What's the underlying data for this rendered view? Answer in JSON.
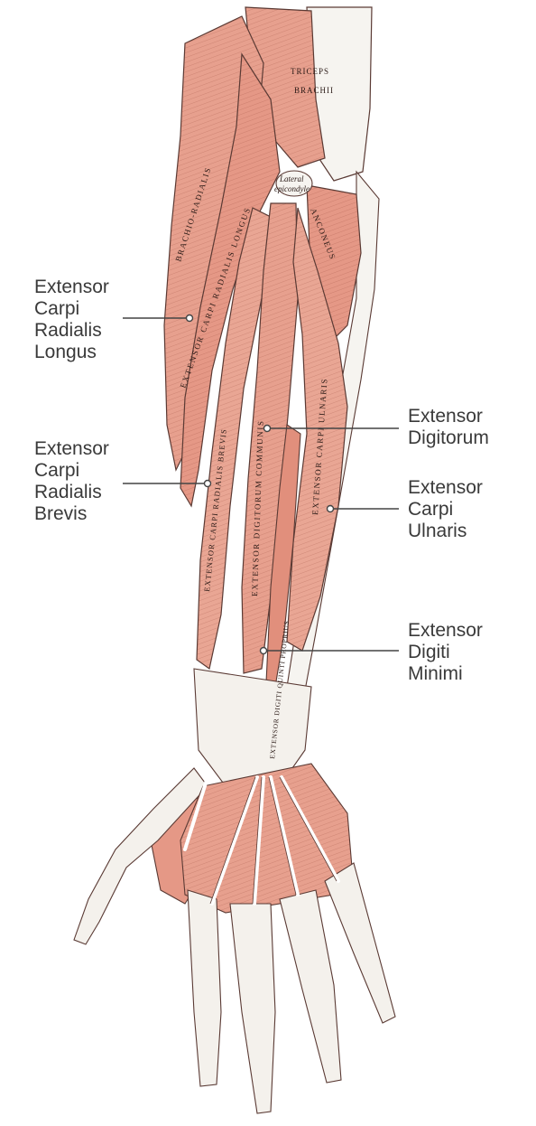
{
  "figure": {
    "muscle_color": "#e7a08e",
    "muscle_dark": "#c96a58",
    "tendon_color": "#f4f1ec",
    "outline_color": "#5a3a34",
    "leader_line_color": "#444444"
  },
  "engraved_labels": {
    "triceps": [
      "TRICEPS",
      "BRACHII"
    ],
    "lateral_epicondyle": [
      "Lateral",
      "epicondyle"
    ],
    "brachioradialis": "BRACHIO-RADIALIS",
    "ecrl": "EXTENSOR CARPI RADIALIS LONGUS",
    "ecrb": "EXTENSOR CARPI RADIALIS BREVIS",
    "anconeus": "ANCONEUS",
    "ed": "EXTENSOR DIGITORUM COMMUNIS",
    "ecu": "EXTENSOR CARPI ULNARIS",
    "edm": "EXTENSOR DIGITI QUINTI PROPRIUS"
  },
  "callouts": {
    "ecrl": [
      "Extensor",
      "Carpi",
      "Radialis",
      "Longus"
    ],
    "ecrb": [
      "Extensor",
      "Carpi",
      "Radialis",
      "Brevis"
    ],
    "ed": [
      "Extensor",
      "Digitorum"
    ],
    "ecu": [
      "Extensor",
      "Carpi",
      "Ulnaris"
    ],
    "edm": [
      "Extensor",
      "Digiti",
      "Minimi"
    ]
  }
}
